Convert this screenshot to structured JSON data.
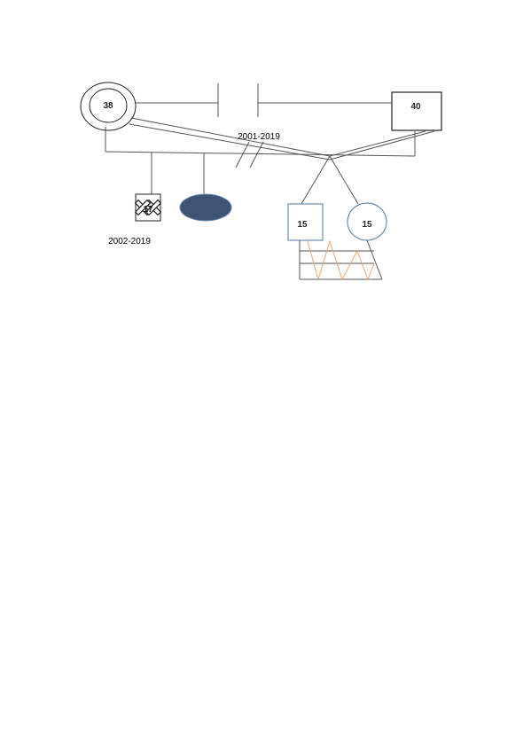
{
  "genogram": {
    "father": {
      "age": "38"
    },
    "mother": {
      "age": "40"
    },
    "relationship": {
      "years": "2001-2019"
    },
    "children": [
      {
        "age": "17",
        "years": "2002-2019"
      },
      {
        "age": ""
      },
      {
        "age": "15"
      },
      {
        "age": "15"
      }
    ],
    "colors": {
      "line": "#555555",
      "shape_outline": "#222222",
      "twin_outline": "#6c8cb6",
      "filled_oval": "#3f5372",
      "zigzag": "#f3a56b"
    }
  }
}
